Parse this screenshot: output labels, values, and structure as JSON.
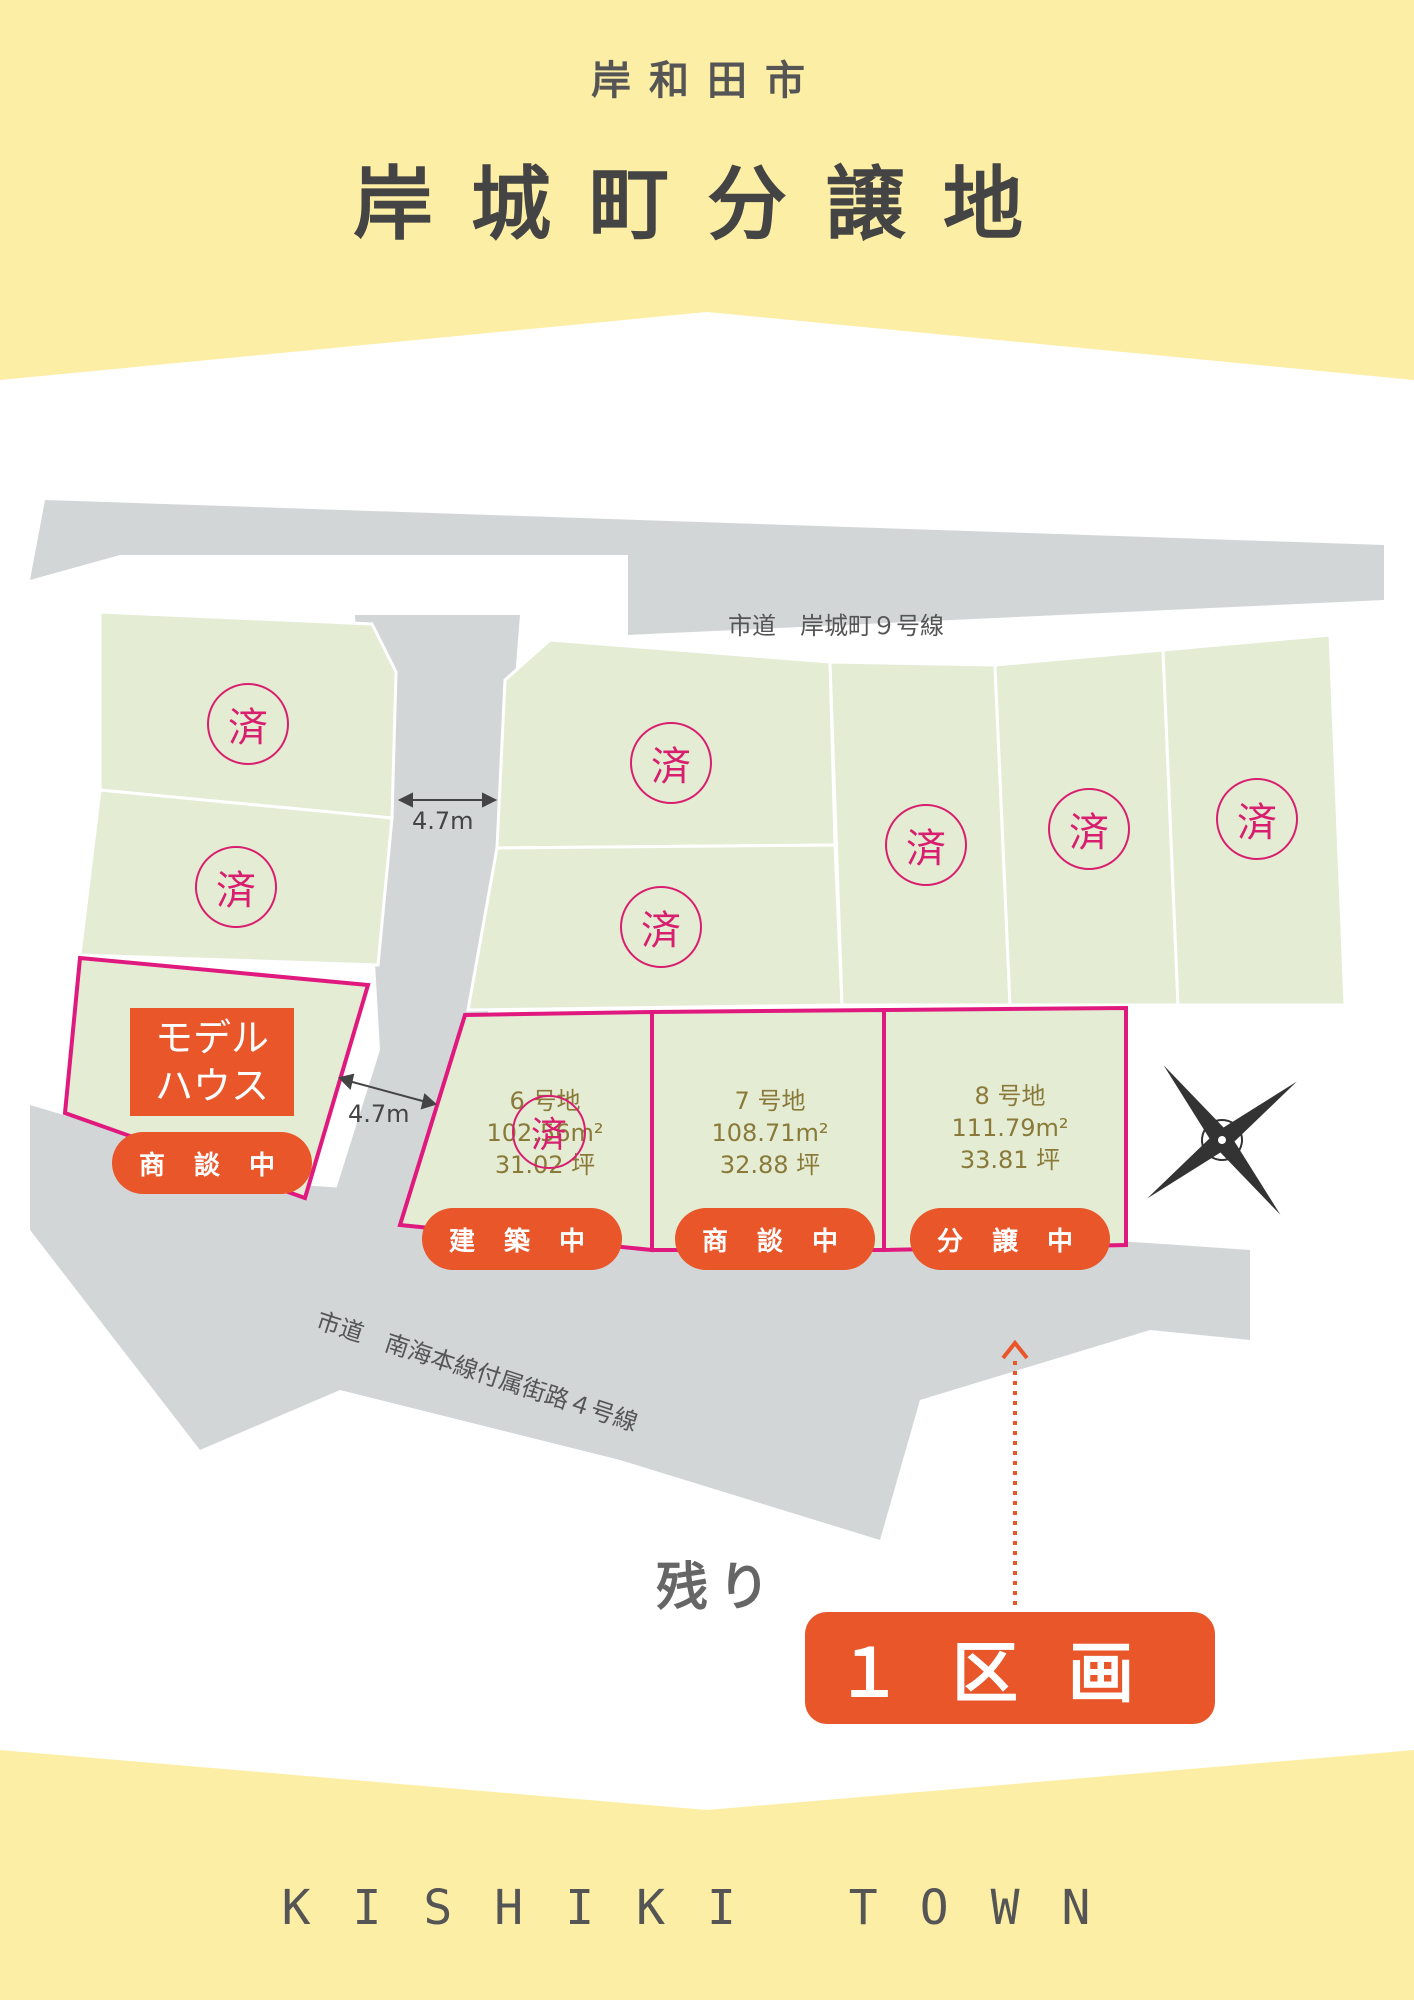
{
  "header": {
    "city": "岸和田市",
    "title": "岸城町分譲地"
  },
  "map": {
    "road_north": "市道　岸城町９号線",
    "road_south": "市道　南海本線付属街路４号線",
    "road_width_1": "4.7m",
    "road_width_2": "4.7m",
    "sold_mark": "済",
    "model_house": {
      "line1": "モデル",
      "line2": "ハウス",
      "status": "商 談 中"
    },
    "lots": [
      {
        "number": "6 号地",
        "area_m2": "102.56m²",
        "area_tsubo": "31.02 坪",
        "status": "建 築 中"
      },
      {
        "number": "7 号地",
        "area_m2": "108.71m²",
        "area_tsubo": "32.88 坪",
        "status": "商 談 中"
      },
      {
        "number": "8 号地",
        "area_m2": "111.79m²",
        "area_tsubo": "33.81 坪",
        "status": "分 譲 中"
      }
    ]
  },
  "remaining": {
    "label": "残り",
    "count": "１区画"
  },
  "footer": {
    "text": "KISHIKI TOWN"
  },
  "colors": {
    "band": "#fdeea6",
    "lot": "#e4ecd4",
    "road": "#d3d6d7",
    "accent": "#e8562a",
    "sold": "#d81f6f"
  }
}
